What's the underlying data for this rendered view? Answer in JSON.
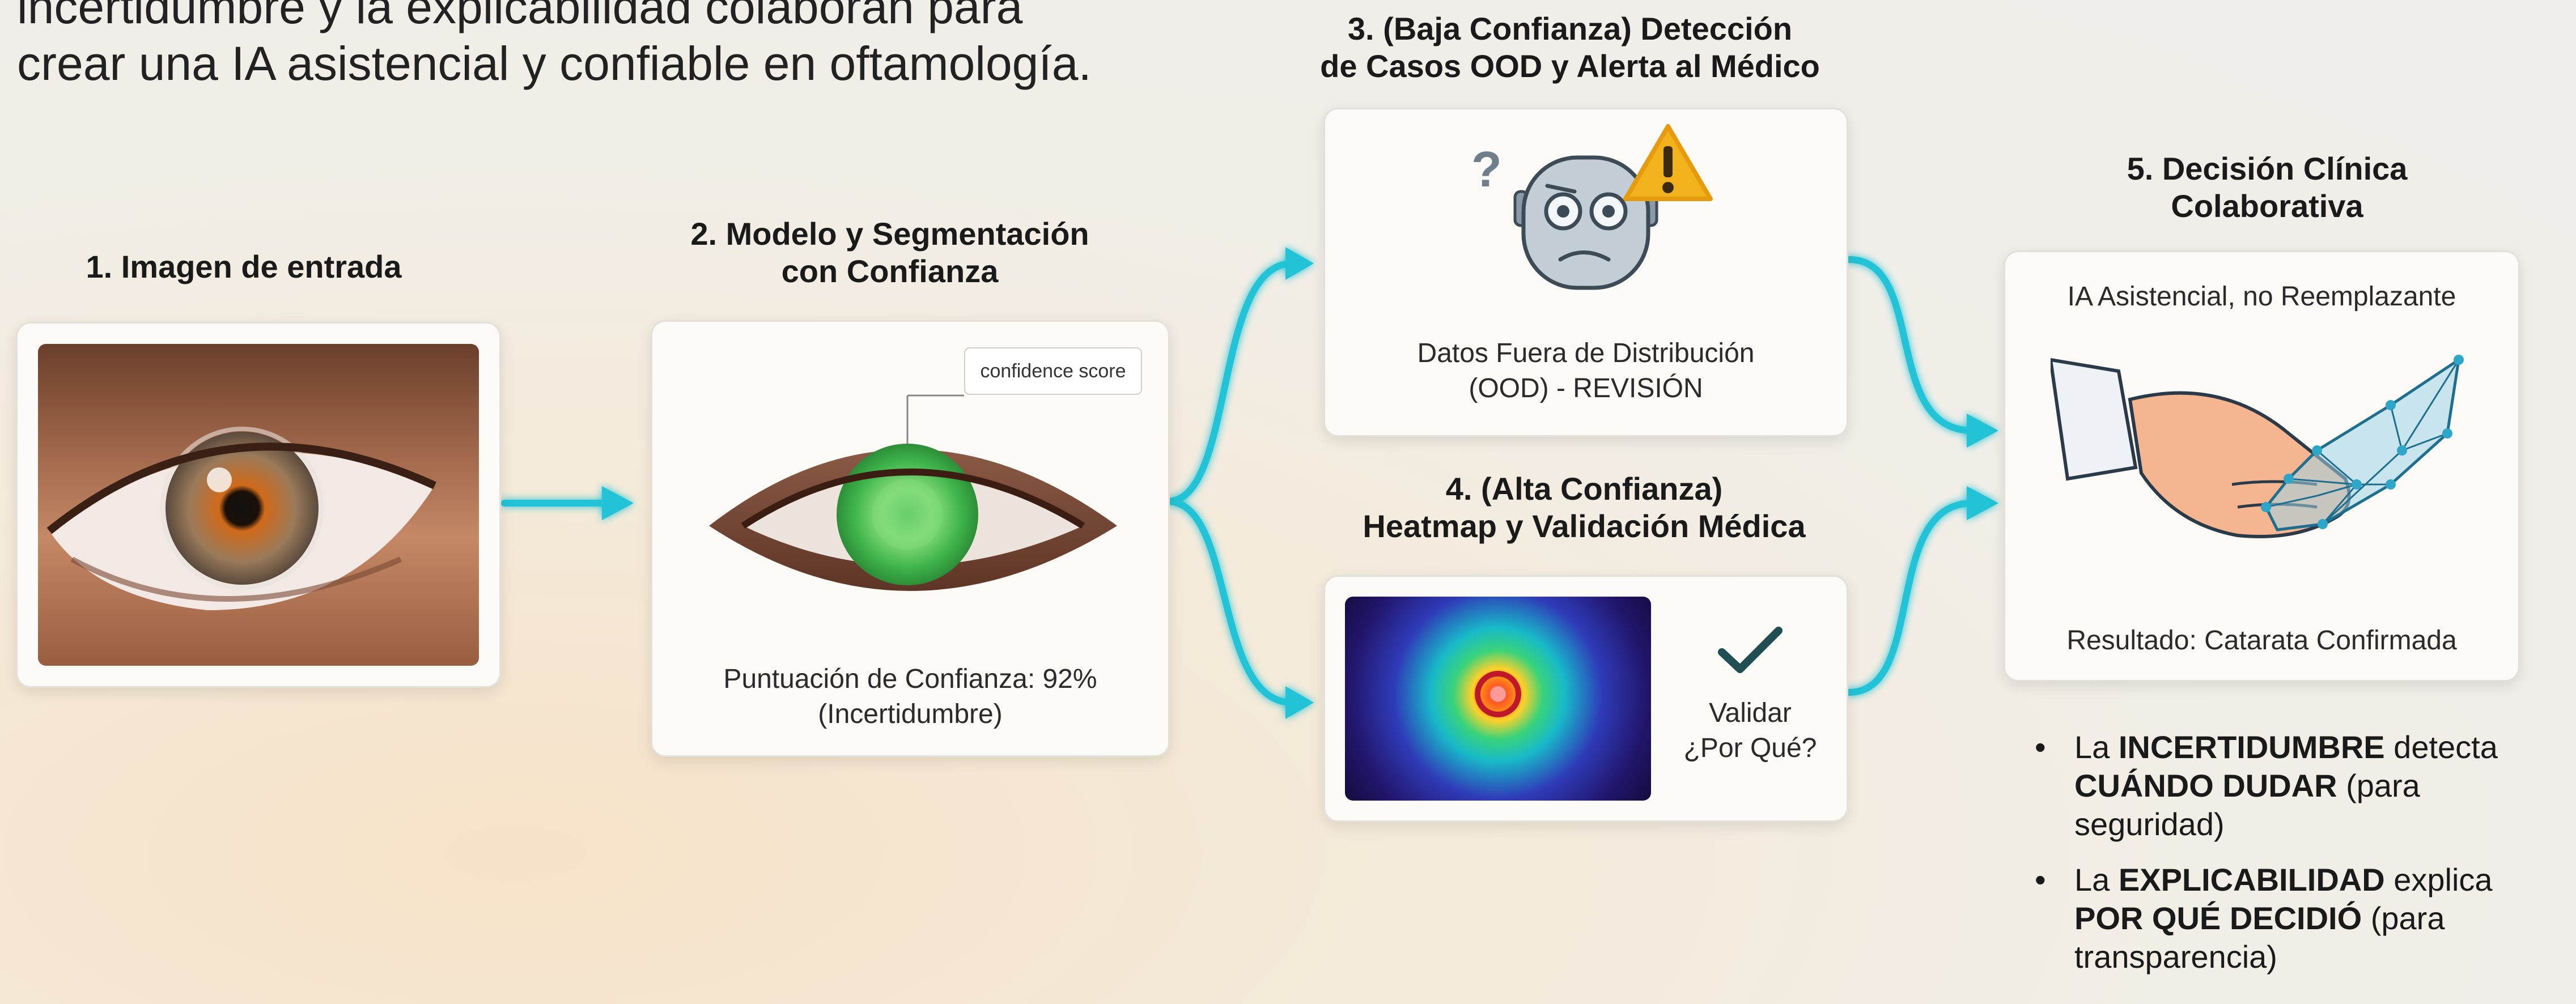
{
  "title": {
    "line1": "incertidumbre y la explicabilidad colaboran para",
    "line2": "crear una IA asistencial y confiable en oftamología."
  },
  "step1": {
    "label": "1. Imagen de entrada"
  },
  "step2": {
    "label_line1": "2. Modelo y Segmentación",
    "label_line2": "con Confianza",
    "callout": "confidence score",
    "caption_line1": "Puntuación de Confianza: 92%",
    "caption_line2": "(Incertidumbre)"
  },
  "step3": {
    "label_line1": "3. (Baja Confianza) Detección",
    "label_line2": "de Casos OOD y Alerta al Médico",
    "question_mark": "?",
    "caption_line1": "Datos Fuera de Distribución",
    "caption_line2": "(OOD) - REVISIÓN"
  },
  "step4": {
    "label_line1": "4. (Alta Confianza)",
    "label_line2": "Heatmap y Validación Médica",
    "validate_line1": "Validar",
    "validate_line2": "¿Por Qué?"
  },
  "step5": {
    "label_line1": "5. Decisión Clínica",
    "label_line2": "Colaborativa",
    "subtitle": "IA Asistencial, no Reemplazante",
    "result": "Resultado: Catarata Confirmada"
  },
  "bullets": [
    {
      "pre": "La ",
      "bold1": "INCERTIDUMBRE",
      "mid": " detecta",
      "bold2": "CUÁNDO DUDAR",
      "post1": " (para",
      "post2": "seguridad)"
    },
    {
      "pre": "La ",
      "bold1": "EXPLICABILIDAD",
      "mid": " explica",
      "bold2": "POR QUÉ DECIDIÓ",
      "post1": " (para",
      "post2": "transparencia)"
    }
  ],
  "colors": {
    "arrow": "#22c3d6",
    "check": "#1f4f53",
    "warning": "#f2b21c"
  }
}
